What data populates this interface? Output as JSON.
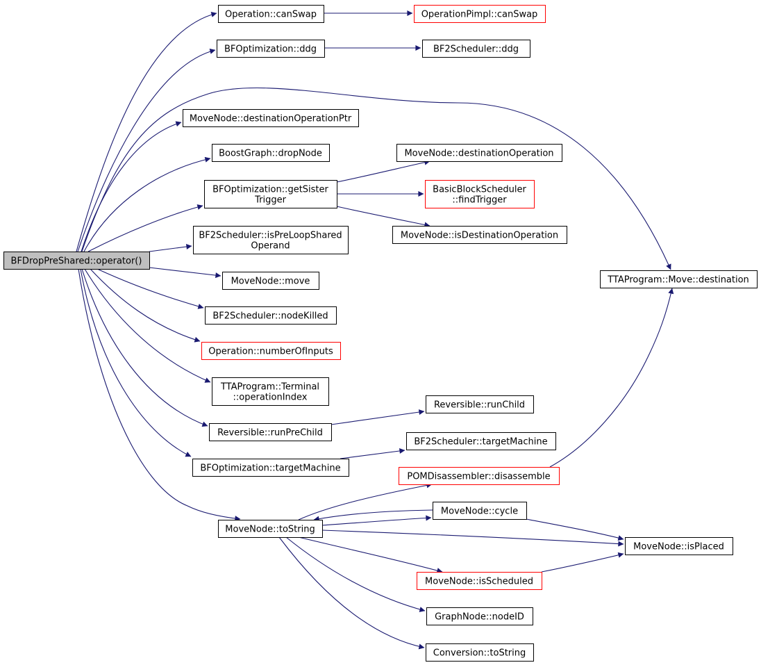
{
  "colors": {
    "edge": "#191970",
    "arrow": "#191970",
    "node_border": "#000000",
    "node_border_truncated": "#ff0000",
    "root_fill": "#bfbfbf",
    "node_fill": "#ffffff"
  },
  "nodes": {
    "root": {
      "lines": [
        "BFDropPreShared::operator()"
      ],
      "style": "root"
    },
    "op_canswap": {
      "lines": [
        "Operation::canSwap"
      ],
      "style": "normal"
    },
    "opp_canswap": {
      "lines": [
        "OperationPimpl::canSwap"
      ],
      "style": "truncated"
    },
    "bfo_ddg": {
      "lines": [
        "BFOptimization::ddg"
      ],
      "style": "normal"
    },
    "bf2_ddg": {
      "lines": [
        "BF2Scheduler::ddg"
      ],
      "style": "normal"
    },
    "mn_destopptr": {
      "lines": [
        "MoveNode::destinationOperationPtr"
      ],
      "style": "normal"
    },
    "bg_dropnode": {
      "lines": [
        "BoostGraph::dropNode"
      ],
      "style": "normal"
    },
    "mn_destop": {
      "lines": [
        "MoveNode::destinationOperation"
      ],
      "style": "normal"
    },
    "bfo_getsister": {
      "lines": [
        "BFOptimization::getSister",
        "Trigger"
      ],
      "style": "normal"
    },
    "bbs_findtrigger": {
      "lines": [
        "BasicBlockScheduler",
        "::findTrigger"
      ],
      "style": "truncated"
    },
    "mn_isdestop": {
      "lines": [
        "MoveNode::isDestinationOperation"
      ],
      "style": "normal"
    },
    "bf2_ispreloop": {
      "lines": [
        "BF2Scheduler::isPreLoopShared",
        "Operand"
      ],
      "style": "normal"
    },
    "tta_move_dest": {
      "lines": [
        "TTAProgram::Move::destination"
      ],
      "style": "normal"
    },
    "mn_move": {
      "lines": [
        "MoveNode::move"
      ],
      "style": "normal"
    },
    "bf2_nodekilled": {
      "lines": [
        "BF2Scheduler::nodeKilled"
      ],
      "style": "normal"
    },
    "op_numinputs": {
      "lines": [
        "Operation::numberOfInputs"
      ],
      "style": "truncated"
    },
    "tta_term_opindex": {
      "lines": [
        "TTAProgram::Terminal",
        "::operationIndex"
      ],
      "style": "normal"
    },
    "rev_runchild": {
      "lines": [
        "Reversible::runChild"
      ],
      "style": "normal"
    },
    "rev_runprechild": {
      "lines": [
        "Reversible::runPreChild"
      ],
      "style": "normal"
    },
    "bf2_targetmachine": {
      "lines": [
        "BF2Scheduler::targetMachine"
      ],
      "style": "normal"
    },
    "bfo_targetmachine": {
      "lines": [
        "BFOptimization::targetMachine"
      ],
      "style": "normal"
    },
    "pom_disassemble": {
      "lines": [
        "POMDisassembler::disassemble"
      ],
      "style": "truncated"
    },
    "mn_cycle": {
      "lines": [
        "MoveNode::cycle"
      ],
      "style": "normal"
    },
    "mn_tostring": {
      "lines": [
        "MoveNode::toString"
      ],
      "style": "normal"
    },
    "mn_isplaced": {
      "lines": [
        "MoveNode::isPlaced"
      ],
      "style": "normal"
    },
    "mn_isscheduled": {
      "lines": [
        "MoveNode::isScheduled"
      ],
      "style": "truncated"
    },
    "gn_nodeid": {
      "lines": [
        "GraphNode::nodeID"
      ],
      "style": "normal"
    },
    "conv_tostring": {
      "lines": [
        "Conversion::toString"
      ],
      "style": "normal"
    }
  },
  "edges": [
    {
      "from": "root",
      "to": "op_canswap"
    },
    {
      "from": "op_canswap",
      "to": "opp_canswap"
    },
    {
      "from": "root",
      "to": "bfo_ddg"
    },
    {
      "from": "bfo_ddg",
      "to": "bf2_ddg"
    },
    {
      "from": "root",
      "to": "tta_move_dest"
    },
    {
      "from": "root",
      "to": "mn_destopptr"
    },
    {
      "from": "root",
      "to": "bg_dropnode"
    },
    {
      "from": "root",
      "to": "bfo_getsister"
    },
    {
      "from": "bfo_getsister",
      "to": "mn_destop"
    },
    {
      "from": "bfo_getsister",
      "to": "bbs_findtrigger"
    },
    {
      "from": "bfo_getsister",
      "to": "mn_isdestop"
    },
    {
      "from": "root",
      "to": "bf2_ispreloop"
    },
    {
      "from": "root",
      "to": "mn_move"
    },
    {
      "from": "root",
      "to": "bf2_nodekilled"
    },
    {
      "from": "root",
      "to": "op_numinputs"
    },
    {
      "from": "root",
      "to": "tta_term_opindex"
    },
    {
      "from": "root",
      "to": "rev_runprechild"
    },
    {
      "from": "rev_runprechild",
      "to": "rev_runchild"
    },
    {
      "from": "root",
      "to": "bfo_targetmachine"
    },
    {
      "from": "bfo_targetmachine",
      "to": "bf2_targetmachine"
    },
    {
      "from": "root",
      "to": "mn_tostring"
    },
    {
      "from": "mn_tostring",
      "to": "pom_disassemble"
    },
    {
      "from": "pom_disassemble",
      "to": "tta_move_dest"
    },
    {
      "from": "mn_tostring",
      "to": "mn_cycle"
    },
    {
      "from": "mn_cycle",
      "to": "mn_tostring"
    },
    {
      "from": "mn_cycle",
      "to": "mn_isplaced"
    },
    {
      "from": "mn_tostring",
      "to": "mn_isplaced"
    },
    {
      "from": "mn_tostring",
      "to": "mn_isscheduled"
    },
    {
      "from": "mn_isscheduled",
      "to": "mn_isplaced"
    },
    {
      "from": "mn_tostring",
      "to": "gn_nodeid"
    },
    {
      "from": "mn_tostring",
      "to": "conv_tostring"
    }
  ]
}
